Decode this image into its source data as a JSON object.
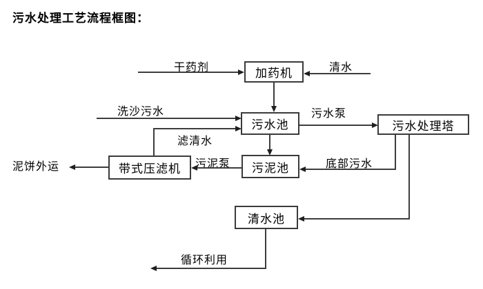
{
  "title": "污水处理工艺流程框图：",
  "colors": {
    "background": "#ffffff",
    "line": "#3c3c3c",
    "box_border": "#3a3a3a",
    "text": "#000000"
  },
  "nodes": {
    "dosing_machine": "加药机",
    "sewage_pool": "污水池",
    "treatment_tower": "污水处理塔",
    "sludge_pool": "污泥池",
    "belt_filter_press": "带式压滤机",
    "clean_water_pool": "清水池"
  },
  "flow_labels": {
    "dry_agent": "干药剂",
    "clean_water": "清水",
    "sand_wash_sewage": "洗沙污水",
    "filtered_water": "滤清水",
    "sewage_pump": "污水泵",
    "bottom_sewage": "底部污水",
    "sludge_pump": "污泥泵",
    "mud_cake_out": "泥饼外运",
    "recycle_use": "循环利用"
  }
}
